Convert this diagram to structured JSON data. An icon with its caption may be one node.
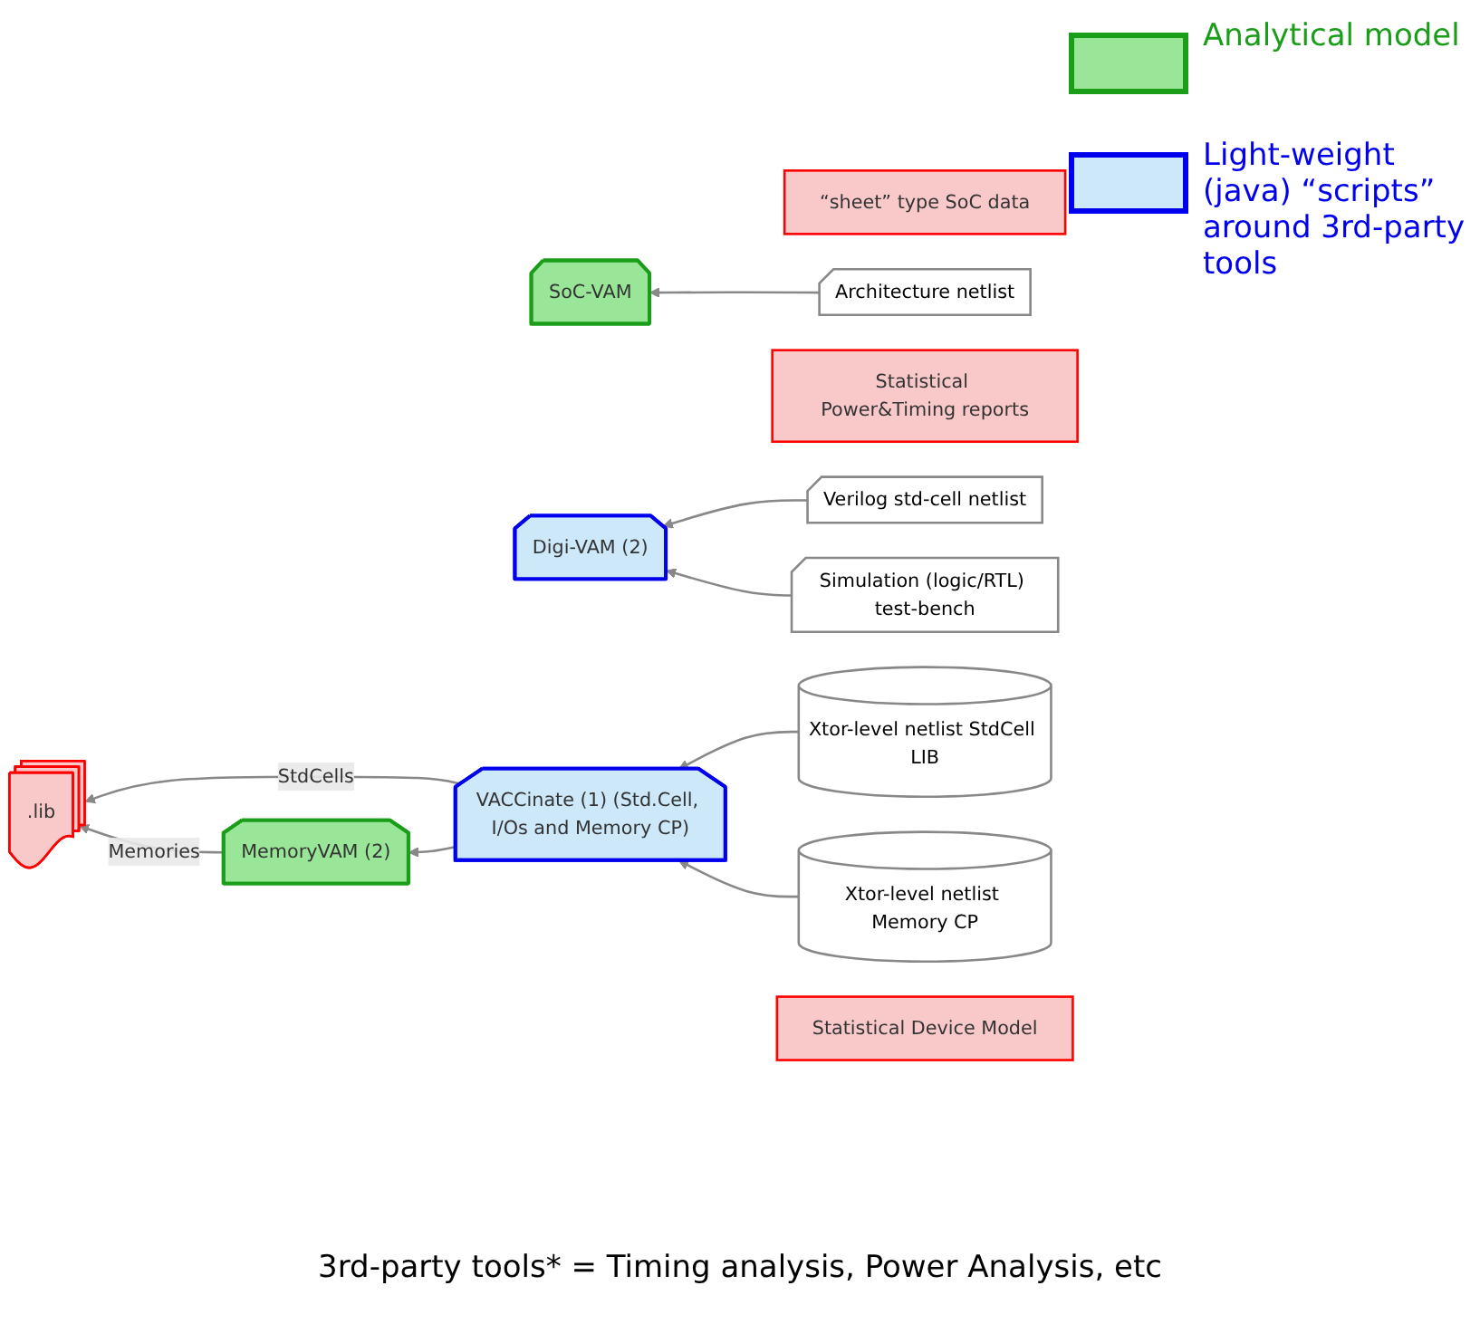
{
  "diagram": {
    "caption": "3rd-party tools* = Timing analysis, Power Analysis, etc",
    "nodes": [
      {
        "text": [
          "“sheet” type SoC data"
        ]
      },
      {
        "text": [
          "Architecture netlist"
        ]
      },
      {
        "text": [
          "SoC-VAM"
        ]
      },
      {
        "text": [
          "Statistical Power&Timing reports"
        ]
      },
      {
        "text": [
          "Verilog std-cell netlist"
        ]
      },
      {
        "text": [
          "Digi-VAM (2)"
        ]
      },
      {
        "text": [
          "Simulation (logic/RTL) test-bench"
        ]
      },
      {
        "text": [
          ".lib"
        ]
      },
      {
        "text": [
          "MemoryVAM (2)"
        ]
      },
      {
        "text": [
          "Xtor-level netlist StdCell LIB"
        ]
      },
      {
        "text": [
          "VACCinate (1) (Std.Cell, I/Os and Memory CP)"
        ]
      },
      {
        "text": [
          "Xtor-level netlist Memory CP"
        ]
      },
      {
        "text": [
          "Statistical Device Model"
        ]
      }
    ],
    "edges": [
      {
        "from": 1,
        "to": 2,
        "arrow": "to"
      },
      {
        "from": 4,
        "to": 5,
        "arrow": "to"
      },
      {
        "from": 6,
        "to": 5,
        "arrow": "to"
      },
      {
        "from": 10,
        "to": 7,
        "label": "StdCells",
        "arrow": "to"
      },
      {
        "from": 10,
        "to": 8,
        "arrow": "to"
      },
      {
        "from": 8,
        "to": 7,
        "label": "Memories",
        "arrow": "to"
      },
      {
        "from": 9,
        "to": 10,
        "arrow": "to"
      },
      {
        "from": 11,
        "to": 10,
        "arrow": "to"
      }
    ],
    "legend": [
      {
        "text": "Analytical model",
        "color": "#99e699"
      },
      {
        "text": "Light-weight (java) “scripts” around 3rd-party tools",
        "color": "#cce8f9"
      }
    ]
  }
}
